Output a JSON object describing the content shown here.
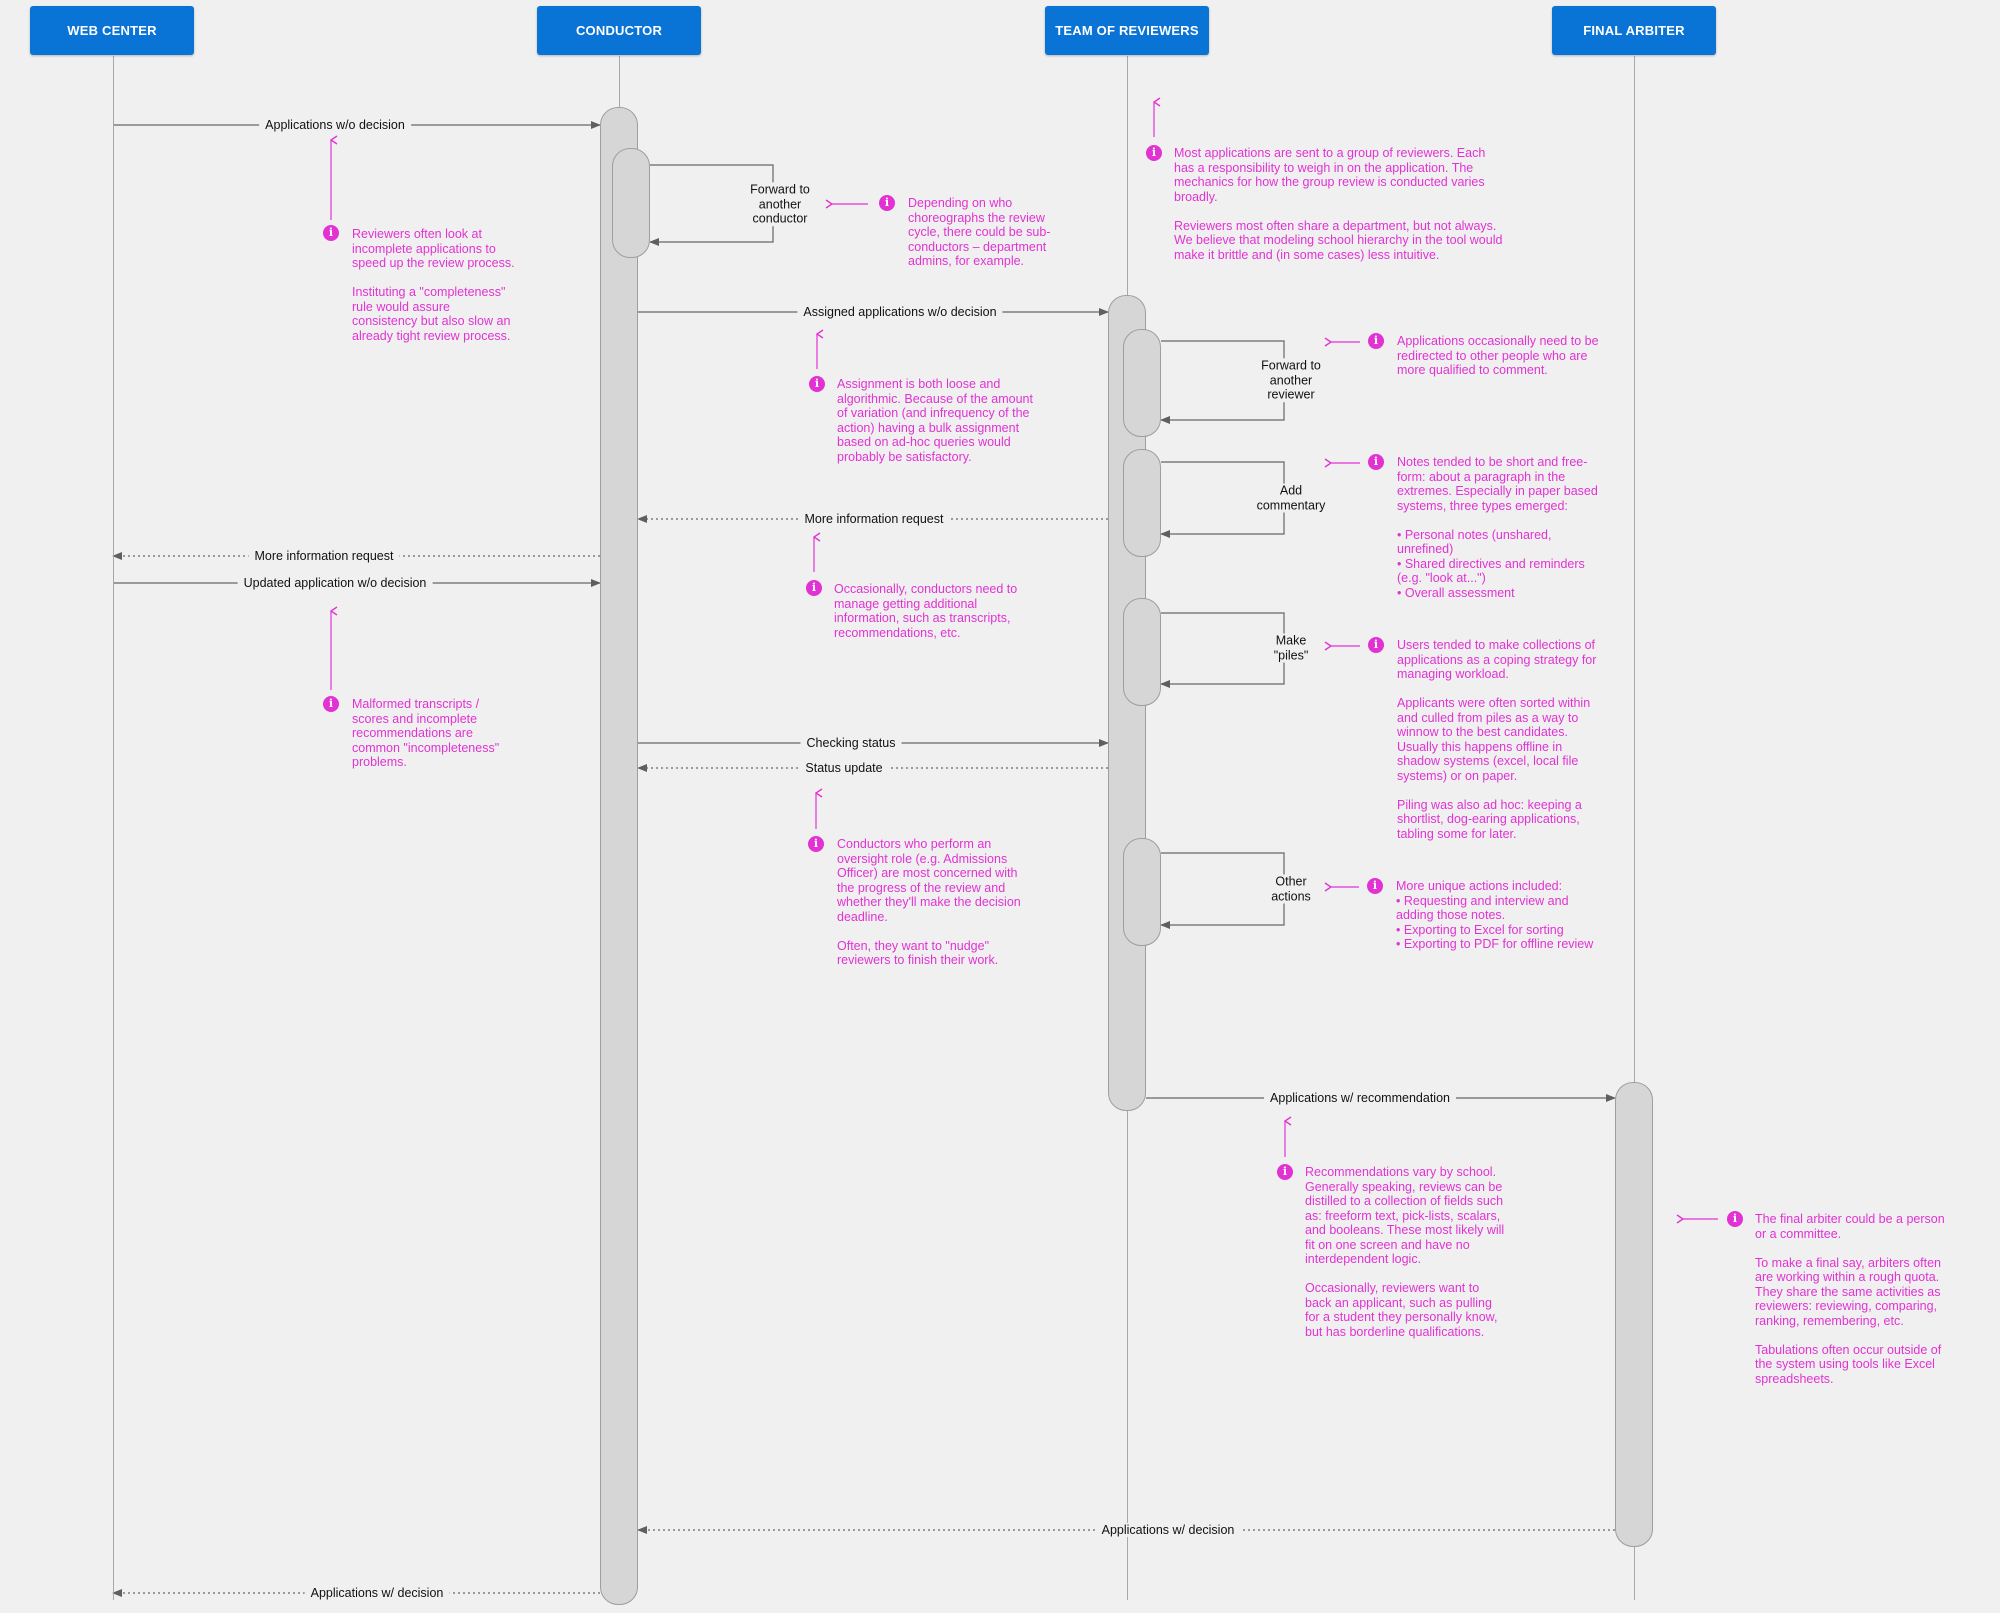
{
  "actors": [
    {
      "id": "web",
      "label": "WEB CENTER"
    },
    {
      "id": "cond",
      "label": "CONDUCTOR"
    },
    {
      "id": "rev",
      "label": "TEAM OF REVIEWERS"
    },
    {
      "id": "arb",
      "label": "FINAL ARBITER"
    }
  ],
  "messages": [
    {
      "from": "web",
      "to": "cond",
      "label": "Applications w/o decision",
      "style": "solid"
    },
    {
      "from": "cond",
      "to": "rev",
      "label": "Assigned applications w/o decision",
      "style": "solid"
    },
    {
      "from": "rev",
      "to": "cond",
      "label": "More information request",
      "style": "dotted"
    },
    {
      "from": "cond",
      "to": "web",
      "label": "More information request",
      "style": "dotted"
    },
    {
      "from": "web",
      "to": "cond",
      "label": "Updated application w/o decision",
      "style": "solid"
    },
    {
      "from": "cond",
      "to": "rev",
      "label": "Checking status",
      "style": "solid"
    },
    {
      "from": "rev",
      "to": "cond",
      "label": "Status update",
      "style": "dotted"
    },
    {
      "from": "rev",
      "to": "arb",
      "label": "Applications w/ recommendation",
      "style": "solid"
    },
    {
      "from": "arb",
      "to": "cond",
      "label": "Applications w/ decision",
      "style": "dotted"
    },
    {
      "from": "cond",
      "to": "web",
      "label": "Applications w/ decision",
      "style": "dotted"
    }
  ],
  "self_actions": [
    {
      "actor": "cond",
      "lines": [
        "Forward to",
        "another",
        "conductor"
      ]
    },
    {
      "actor": "rev",
      "lines": [
        "Forward to",
        "another",
        "reviewer"
      ]
    },
    {
      "actor": "rev",
      "lines": [
        "Add",
        "commentary"
      ]
    },
    {
      "actor": "rev",
      "lines": [
        "Make",
        "\"piles\""
      ]
    },
    {
      "actor": "rev",
      "lines": [
        "Other",
        "actions"
      ]
    }
  ],
  "notes": [
    {
      "paragraphs": [
        "Reviewers often look at\nincomplete applications to\nspeed up the review process.",
        "Instituting a \"completeness\"\nrule would assure\nconsistency but also slow an\nalready tight review process."
      ]
    },
    {
      "paragraphs": [
        "Depending on who\nchoreographs the review\ncycle, there could be sub-\nconductors – department\nadmins, for example."
      ]
    },
    {
      "paragraphs": [
        "Most applications are sent to a group of reviewers. Each\nhas a responsibility to weigh in on the application. The\nmechanics for how the group review is conducted varies\nbroadly.",
        "Reviewers most often share a department, but not always.\nWe believe that modeling school hierarchy in the tool would\nmake it brittle and (in some cases) less intuitive."
      ]
    },
    {
      "paragraphs": [
        "Assignment is both loose and\nalgorithmic. Because of the amount\nof variation (and infrequency of the\naction) having a bulk assignment\nbased on ad-hoc queries would\nprobably be satisfactory."
      ]
    },
    {
      "paragraphs": [
        "Applications occasionally need to be\nredirected to other people who are\nmore qualified to comment."
      ]
    },
    {
      "paragraphs": [
        "Notes tended to be short and free-\nform: about a paragraph in the\nextremes. Especially in paper based\nsystems, three types emerged:",
        "• Personal notes (unshared,\nunrefined)\n• Shared directives and reminders\n(e.g. \"look at...\")\n• Overall assessment"
      ]
    },
    {
      "paragraphs": [
        "Occasionally, conductors need to\nmanage getting additional\ninformation, such as transcripts,\nrecommendations, etc."
      ]
    },
    {
      "paragraphs": [
        "Malformed transcripts /\nscores and incomplete\nrecommendations are\ncommon \"incompleteness\"\nproblems."
      ]
    },
    {
      "paragraphs": [
        "Users tended to make collections of\napplications as a coping strategy for\nmanaging workload.",
        "Applicants were often sorted within\nand culled from piles as a way to\nwinnow to the best candidates.\nUsually this happens offline in\nshadow systems (excel, local file\nsystems) or on paper.",
        "Piling was also ad hoc: keeping a\nshortlist, dog-earing applications,\ntabling some for later."
      ]
    },
    {
      "paragraphs": [
        "Conductors who perform an\noversight role (e.g. Admissions\nOfficer) are most concerned with\nthe progress of the review and\nwhether they'll make the decision\ndeadline.",
        "Often, they want to \"nudge\"\nreviewers to finish their work."
      ]
    },
    {
      "paragraphs": [
        "More unique actions included:\n• Requesting and interview and\nadding those notes.\n• Exporting to Excel for sorting\n• Exporting to PDF for offline review"
      ]
    },
    {
      "paragraphs": [
        "Recommendations vary by school.\nGenerally speaking, reviews can be\ndistilled to a collection of fields such\nas: freeform text, pick-lists, scalars,\nand booleans. These most likely will\nfit on one screen and have no\ninterdependent logic.",
        "Occasionally, reviewers want to\nback an applicant, such as pulling\nfor a student they personally know,\nbut has borderline qualifications."
      ]
    },
    {
      "paragraphs": [
        "The final arbiter could be a person\nor a committee.",
        "To make a final say, arbiters often\nare working within a rough quota.\nThey share the same activities as\nreviewers: reviewing, comparing,\nranking, remembering, etc.",
        "Tabulations often occur outside of\nthe system using tools like Excel\nspreadsheets."
      ]
    }
  ],
  "colors": {
    "header": "#0a73d6",
    "note": "#e232d4",
    "line": "#666666",
    "activation": "#d6d6d6"
  },
  "info_icon_glyph": "i"
}
